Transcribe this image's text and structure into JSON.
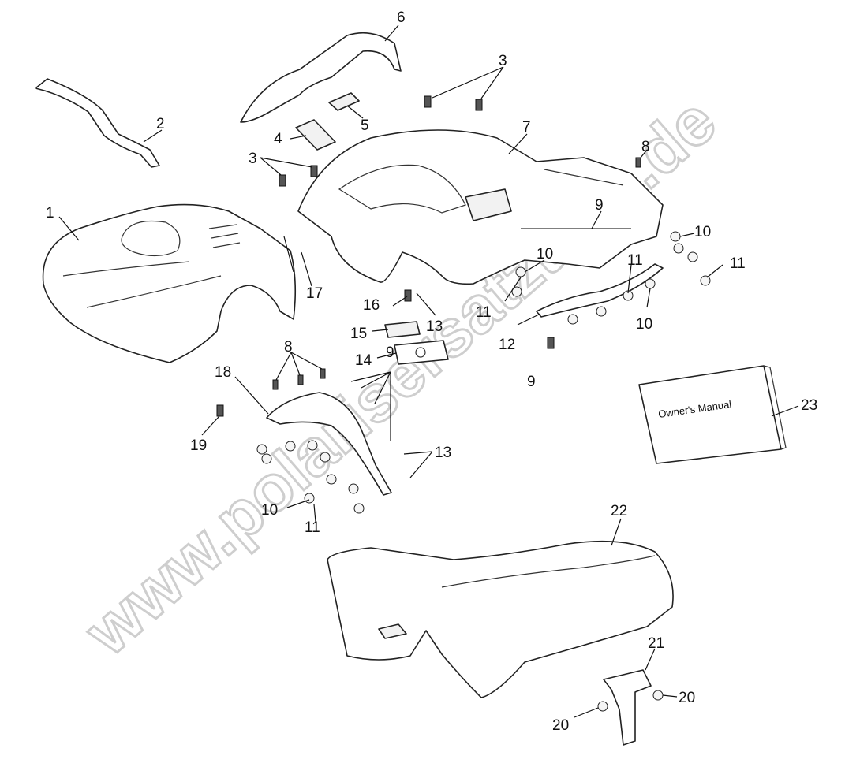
{
  "callouts": [
    "1",
    "2",
    "3",
    "3",
    "4",
    "5",
    "6",
    "7",
    "8",
    "8",
    "9",
    "9",
    "9",
    "10",
    "10",
    "10",
    "10",
    "11",
    "11",
    "11",
    "11",
    "12",
    "13",
    "13",
    "14",
    "15",
    "16",
    "17",
    "18",
    "19",
    "20",
    "20",
    "21",
    "22",
    "23"
  ],
  "manual_label": "Owner's Manual",
  "watermark": "www.polarisersatzteile.de"
}
